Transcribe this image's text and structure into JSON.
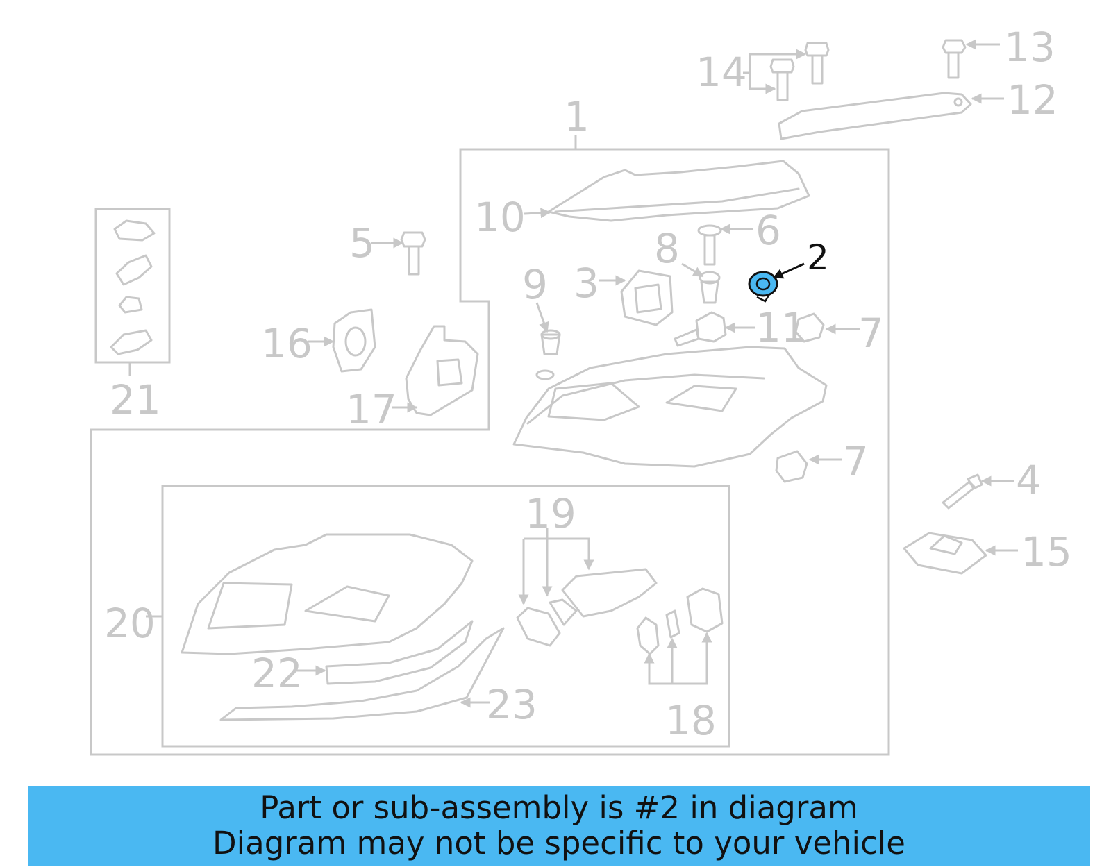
{
  "diagram": {
    "highlight_part": "2",
    "callouts": [
      {
        "id": "c1",
        "label": "1"
      },
      {
        "id": "c2",
        "label": "2"
      },
      {
        "id": "c3",
        "label": "3"
      },
      {
        "id": "c4",
        "label": "4"
      },
      {
        "id": "c5",
        "label": "5"
      },
      {
        "id": "c6",
        "label": "6"
      },
      {
        "id": "c7a",
        "label": "7"
      },
      {
        "id": "c7b",
        "label": "7"
      },
      {
        "id": "c8",
        "label": "8"
      },
      {
        "id": "c9",
        "label": "9"
      },
      {
        "id": "c10",
        "label": "10"
      },
      {
        "id": "c11",
        "label": "11"
      },
      {
        "id": "c12",
        "label": "12"
      },
      {
        "id": "c13",
        "label": "13"
      },
      {
        "id": "c14",
        "label": "14"
      },
      {
        "id": "c15",
        "label": "15"
      },
      {
        "id": "c16",
        "label": "16"
      },
      {
        "id": "c17",
        "label": "17"
      },
      {
        "id": "c18",
        "label": "18"
      },
      {
        "id": "c19",
        "label": "19"
      },
      {
        "id": "c20",
        "label": "20"
      },
      {
        "id": "c21",
        "label": "21"
      },
      {
        "id": "c22",
        "label": "22"
      },
      {
        "id": "c23",
        "label": "23"
      }
    ],
    "colors": {
      "line": "#c8c8c8",
      "label": "#c8c8c8",
      "highlight_fill": "#4ab8f2",
      "highlight_label": "#111111",
      "banner_bg": "#4ab8f2"
    }
  },
  "banner": {
    "line1": "Part or sub-assembly is #2 in diagram",
    "line2": "Diagram may not be specific to your vehicle"
  }
}
